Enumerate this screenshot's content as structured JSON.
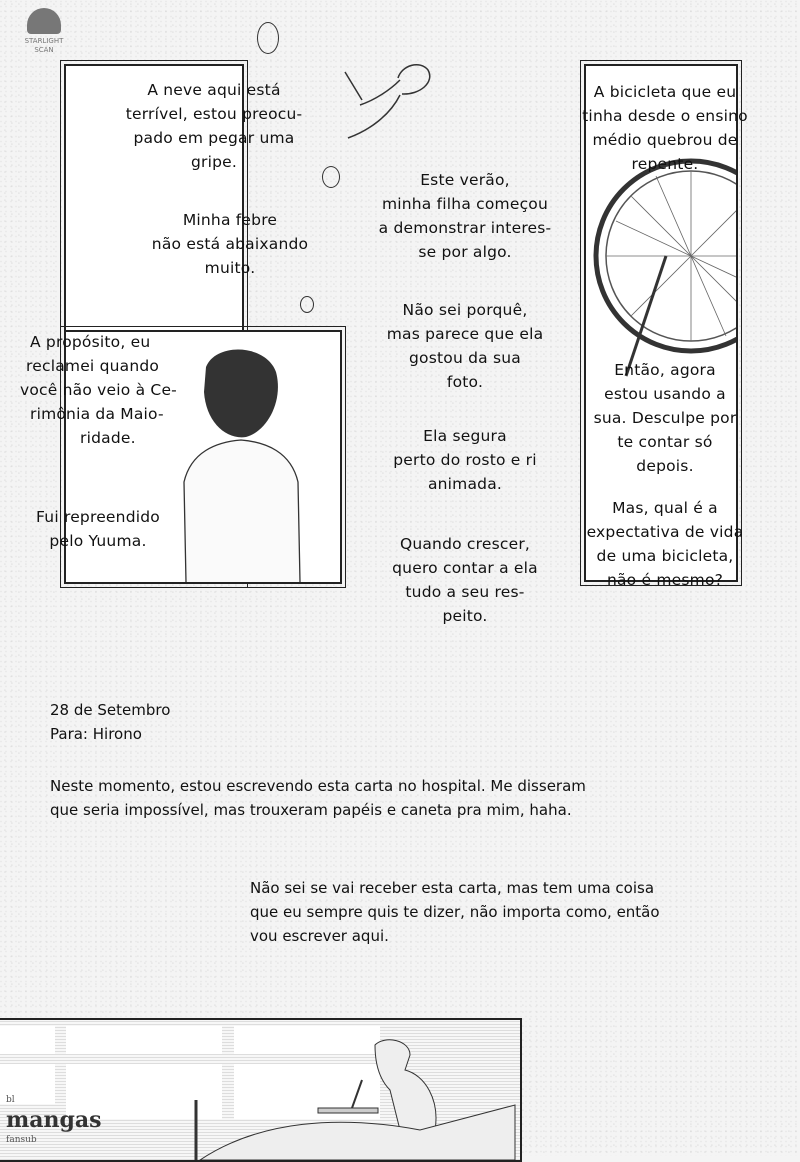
{
  "logo": {
    "line1": "STARLIGHT",
    "line2": "SCAN"
  },
  "left_panel": {
    "block1": [
      "A neve aqui está",
      "terrível, estou preocu-",
      "pado em pegar uma",
      "gripe."
    ],
    "block2": [
      "Minha febre",
      "não está abaixando",
      "muito."
    ],
    "block3": [
      "A propósito, eu",
      "reclamei quando",
      "você não veio à Ce-",
      "rimônia da Maio-",
      "ridade."
    ],
    "block4": [
      "Fui repreendido",
      "pelo Yuuma."
    ]
  },
  "middle": {
    "block1": [
      "Este verão,",
      "minha filha começou",
      "a demonstrar interes-",
      "se por algo."
    ],
    "block2": [
      "Não sei porquê,",
      "mas parece que ela",
      "gostou da sua",
      "foto."
    ],
    "block3": [
      "Ela segura",
      "perto do rosto e ri",
      "animada."
    ],
    "block4": [
      "Quando crescer,",
      "quero contar a ela",
      "tudo a seu res-",
      "peito."
    ]
  },
  "right_panel": {
    "block1": [
      "A bicicleta que eu",
      "tinha desde o ensino",
      "médio quebrou de",
      "repente."
    ],
    "block2": [
      "Então, agora",
      "estou usando a",
      "sua. Desculpe por",
      "te contar só",
      "depois."
    ],
    "block3": [
      "Mas, qual é a",
      "expectativa de vida",
      "de uma bicicleta,",
      "não é mesmo?"
    ]
  },
  "letter": {
    "date": "28 de Setembro",
    "to": "Para: Hirono",
    "para1": [
      "Neste momento, estou escrevendo esta carta no hospital. Me disseram",
      "que seria impossível, mas trouxeram papéis e caneta pra mim, haha."
    ],
    "para2": [
      "Não sei se vai receber esta carta, mas tem uma coisa",
      "que eu sempre quis te dizer, não importa como, então",
      "vou escrever aqui."
    ]
  },
  "watermark": {
    "top": "bl",
    "main": "mangas",
    "sub": "fansub"
  }
}
